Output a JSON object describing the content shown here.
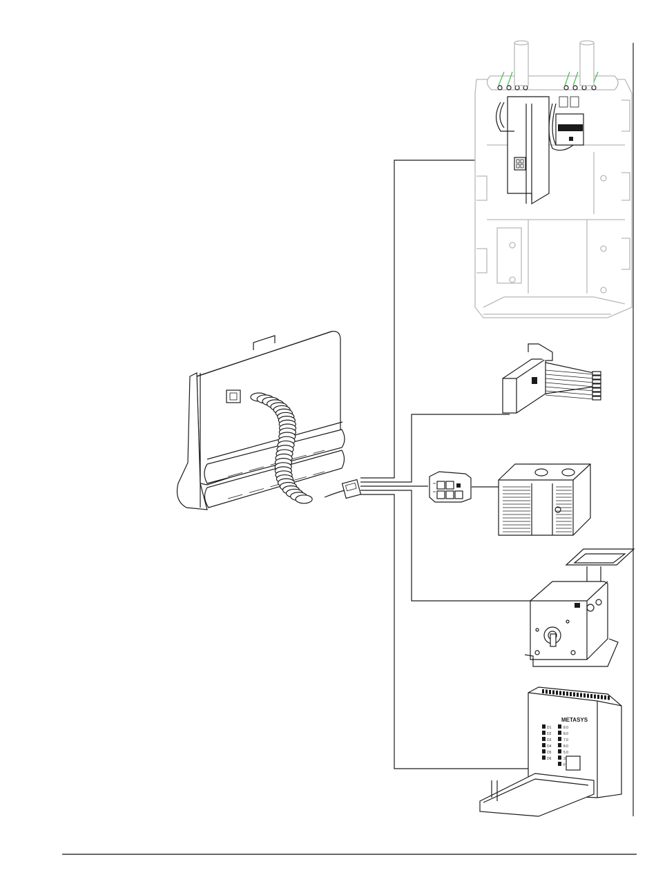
{
  "figure": {
    "metasys_label": "METASYS",
    "led_labels_left": [
      "D1",
      "D2",
      "D3",
      "D4",
      "D5",
      "D6"
    ],
    "led_labels_right": [
      "8.0",
      "8.0",
      "7.0",
      "8.0",
      "5.0",
      "3.0",
      "F"
    ]
  },
  "colors": {
    "line": "#1a1a1a",
    "grey_housing": "#b8b8b8",
    "green_terminal": "#3ec04a"
  }
}
